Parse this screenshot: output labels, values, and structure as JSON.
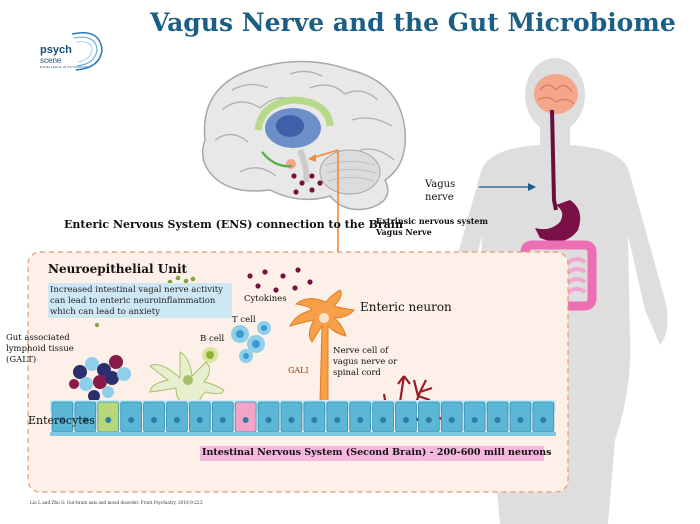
{
  "title": "Vagus Nerve and the Gut Microbiome",
  "logo": {
    "line1": "psych",
    "line2": "scene",
    "tagline": "EXCELLENCE IN PSYCHIATRY"
  },
  "labels": {
    "ens_connection": "Enteric Nervous System (ENS) connection to the Brain",
    "extrinsic_line1": "Extrinsic nervous system",
    "extrinsic_line2": "Vagus Nerve",
    "vagus_line1": "Vagus",
    "vagus_line2": "nerve",
    "neuroepithelial_unit": "Neuroepithelial Unit",
    "vagal_activity_note": "Increased intestinal vagal nerve activity can lead to enteric neuroinflammation which can lead to anxiety",
    "cytokines": "Cytokines",
    "enteric_neuron": "Enteric neuron",
    "t_cell": "T cell",
    "b_cell": "B cell",
    "galt_line1": "Gut associated",
    "galt_line2": "lymphoid tissue",
    "galt_line3": "(GALT)",
    "nerve_cell_line1": "Nerve cell of",
    "nerve_cell_line2": "vagus nerve or",
    "nerve_cell_line3": "spinal cord",
    "gali": "GALI",
    "enterocytes": "Enterocytes",
    "intestinal_nervous_system": "Intestinal Nervous System (Second Brain) - 200-600 mill neurons",
    "citation": "Liu L and Zhu G. Gut-brain axis and mood disorder. Front Psychiatry. 2018;9:223."
  },
  "colors": {
    "title": "#1c5f86",
    "highlight_blue": "#cde7f4",
    "highlight_pink": "#f7b8df",
    "neuron_orange": "#f08a3c",
    "dashed_border": "#e69a6a",
    "unit_fill": "#fdf0e8",
    "cytokine": "#7a1040",
    "body_gray": "#dcdcdc"
  }
}
